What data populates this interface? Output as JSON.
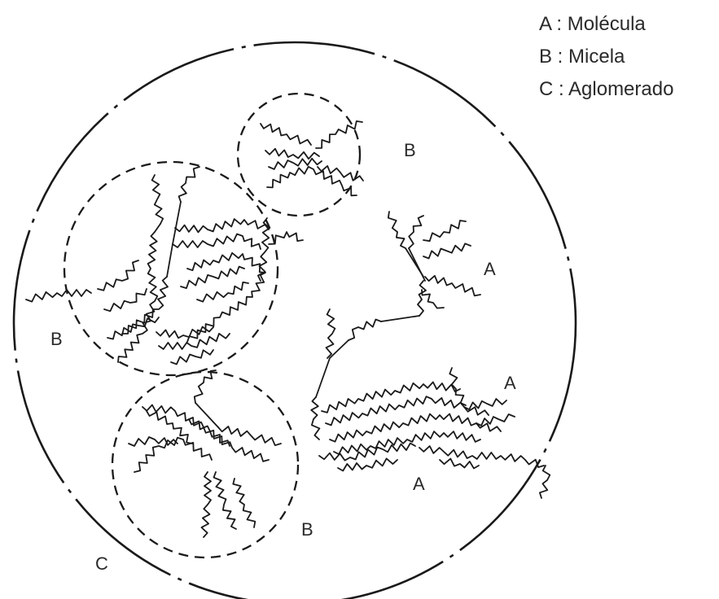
{
  "legend": {
    "items": [
      {
        "key": "A",
        "sep": " : ",
        "label": "Molécula"
      },
      {
        "key": "B",
        "sep": " : ",
        "label": "Micela"
      },
      {
        "key": "C",
        "sep": " : ",
        "label": "Aglomerado"
      }
    ]
  },
  "labels": {
    "molecule_1": "A",
    "molecule_2": "A",
    "molecule_3": "A",
    "micelle_top": "B",
    "micelle_left": "B",
    "micelle_bottom": "B",
    "agglomerate": "C"
  },
  "colors": {
    "ink": "#1a1a1a",
    "text": "#2a2a2a",
    "background": "#ffffff"
  }
}
